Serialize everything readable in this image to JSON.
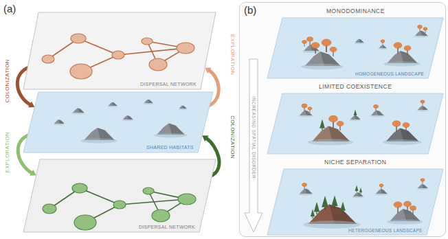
{
  "diagram": {
    "nodes": [
      {
        "text": [
          "DISPERSAL NETWORK"
        ]
      },
      {
        "text": [
          "SHARED HABITATS"
        ]
      },
      {
        "text": [
          "DISPERSAL NETWORK"
        ]
      },
      {
        "text": [
          "(b)"
        ]
      },
      {
        "text": [
          "MONODOMINANCE",
          "HOMOGENEOUS LANDSCAPE"
        ],
        "in": 3
      },
      {
        "text": [
          "LIMITED COEXISTENCE"
        ],
        "in": 3
      },
      {
        "text": [
          "NICHE SEPARATION",
          "HETEROGENEOUS LANDSCAPE"
        ],
        "in": 3
      }
    ],
    "edges": [
      {
        "from": 0,
        "to": 1,
        "label": "COLONIZATION",
        "arrow": "to"
      },
      {
        "from": 1,
        "to": 0,
        "label": "EXPLORATION",
        "arrow": "to"
      },
      {
        "from": 1,
        "to": 2,
        "label": "EXPLORATION",
        "arrow": "to"
      },
      {
        "from": 2,
        "to": 1,
        "label": "COLONIZATION",
        "arrow": "to"
      }
    ],
    "labels": [
      "(a)",
      "INCREASING SPATIAL DISORDER"
    ]
  }
}
